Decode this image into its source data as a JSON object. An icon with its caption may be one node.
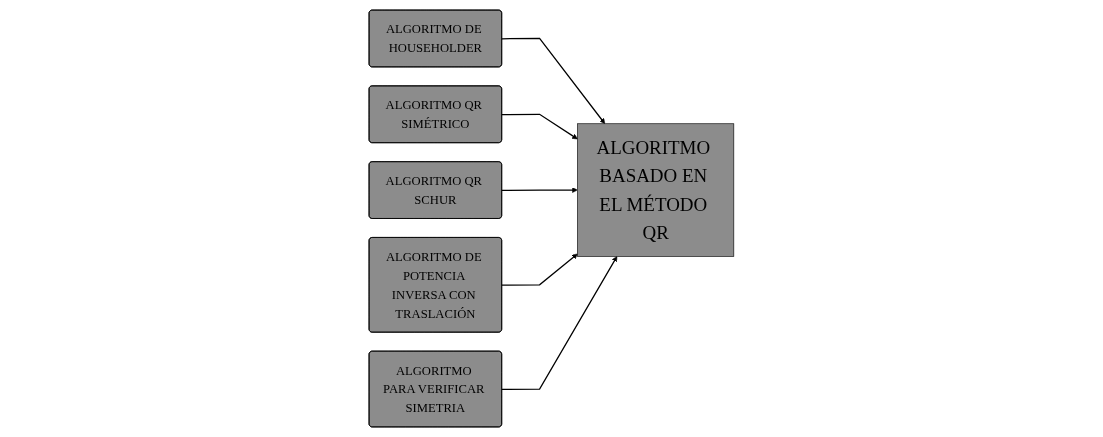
{
  "diagram": {
    "nodes": [
      {
        "text": [
          "ALGORITMO DE HOUSEHOLDER"
        ]
      },
      {
        "text": [
          "ALGORITMO QR SIMÉTRICO"
        ]
      },
      {
        "text": [
          "ALGORITMO QR SCHUR"
        ]
      },
      {
        "text": [
          "ALGORITMO BASADO EN EL MÉTODO QR"
        ]
      },
      {
        "text": [
          "ALGORITMO DE POTENCIA INVERSA CON TRASLACIÓN"
        ]
      },
      {
        "text": [
          "ALGORITMO PARA VERIFICAR SIMETRIA"
        ]
      }
    ],
    "edges": [
      {
        "from": 0,
        "to": 3,
        "arrow": "to"
      },
      {
        "from": 1,
        "to": 3,
        "arrow": "to"
      },
      {
        "from": 2,
        "to": 3,
        "arrow": "to"
      },
      {
        "from": 4,
        "to": 3,
        "arrow": "to"
      },
      {
        "from": 5,
        "to": 3,
        "arrow": "to"
      }
    ]
  }
}
